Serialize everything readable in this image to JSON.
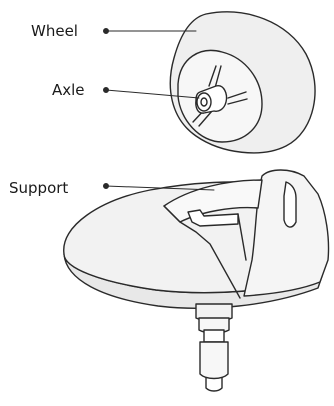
{
  "labels": {
    "wheel": "Wheel",
    "axle": "Axle",
    "support": "Support"
  },
  "style": {
    "line_color": "#2a2a2a",
    "wheel_fill": "#efefef",
    "support_fill": "#f2f2f2",
    "background": "#ffffff"
  }
}
